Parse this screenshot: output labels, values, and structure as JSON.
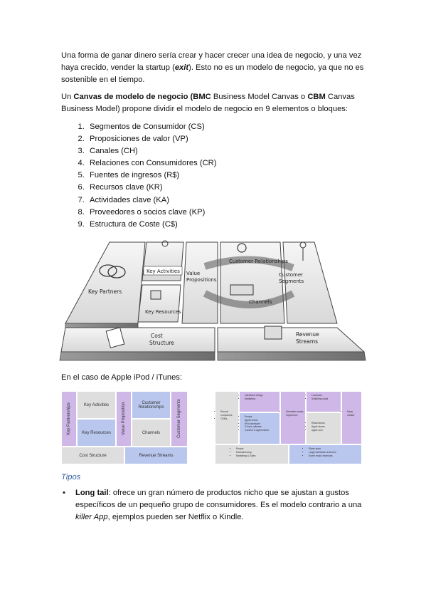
{
  "paragraph1": {
    "before": "Una forma de ganar dinero sería crear y hacer crecer una idea de negocio, y una vez haya crecido, vender la startup (",
    "emph": "exit",
    "after": "). Esto no es un modelo de negocio, ya que no es sostenible en el tiempo."
  },
  "paragraph2": {
    "lead": "Un ",
    "bold1": "Canvas de modelo de negocio (BMC",
    "mid1": " Business Model Canvas o ",
    "bold2": "CBM",
    "rest": " Canvas Business Model) propone dividir el modelo de negocio en 9 elementos o bloques:"
  },
  "elements": [
    "Segmentos de Consumidor (CS)",
    "Proposiciones de valor (VP)",
    "Canales (CH)",
    "Relaciones con Consumidores (CR)",
    "Fuentes de ingresos (R$)",
    "Recursos clave (KR)",
    "Actividades clave (KA)",
    "Proveedores o socios clave (KP)",
    "Estructura de Coste (C$)"
  ],
  "canvas": {
    "key_partners": "Key Partners",
    "key_activities": "Key Activities",
    "key_resources": "Key Resources",
    "value_propositions_1": "Value",
    "value_propositions_2": "Propositions",
    "customer_relationships": "Customer Relationships",
    "customer_segments_1": "Customer",
    "customer_segments_2": "Segments",
    "channels": "Channels",
    "cost_structure_1": "Cost",
    "cost_structure_2": "Structure",
    "revenue_streams_1": "Revenue",
    "revenue_streams_2": "Streams"
  },
  "caption": "En el caso de Apple iPod / iTunes:",
  "tiny_bmc": {
    "kp": "Key Partnerships",
    "ka": "Key Activities",
    "kr": "Key Resources",
    "vp": "Value Proposition",
    "cr": "Customer Relationships",
    "ch": "Channels",
    "cs": "Customer Segments",
    "cost": "Cost Structure",
    "rev": "Revenue Streams"
  },
  "detail_bmc": {
    "kp": [
      "Record companies",
      "OEMs"
    ],
    "ka": [
      "Hardware design",
      "Marketing"
    ],
    "kr": [
      "People",
      "Apple brand",
      "iPod hardware",
      "iTunes software",
      "Content & agreements"
    ],
    "vp": [
      "Seamless music experience"
    ],
    "cr": [
      "Lovemark",
      "Switching costs"
    ],
    "ch": [
      "Retail stores",
      "Apple stores",
      "apple.com"
    ],
    "cs": [
      "Mass market"
    ],
    "cost": [
      "People",
      "Manufacturing",
      "Marketing & Sales"
    ],
    "rev": [
      "Plane store",
      "Large hardware revenues",
      "Some music revenues"
    ]
  },
  "subheading": "Tipos",
  "bullet": {
    "marker": "•",
    "bold": "Long tail",
    "text1": ": ofrece un gran número de productos nicho que se ajustan a gustos específicos de un pequeño grupo de consumidores. Es el modelo contrario a una ",
    "emph": "killer App",
    "text2": ", ejemplos pueden ser Netflix o Kindle."
  },
  "colors": {
    "purple": "#cfb7e8",
    "grey": "#dedede",
    "blue": "#b9c6ee",
    "subheading": "#2f5f9e"
  }
}
